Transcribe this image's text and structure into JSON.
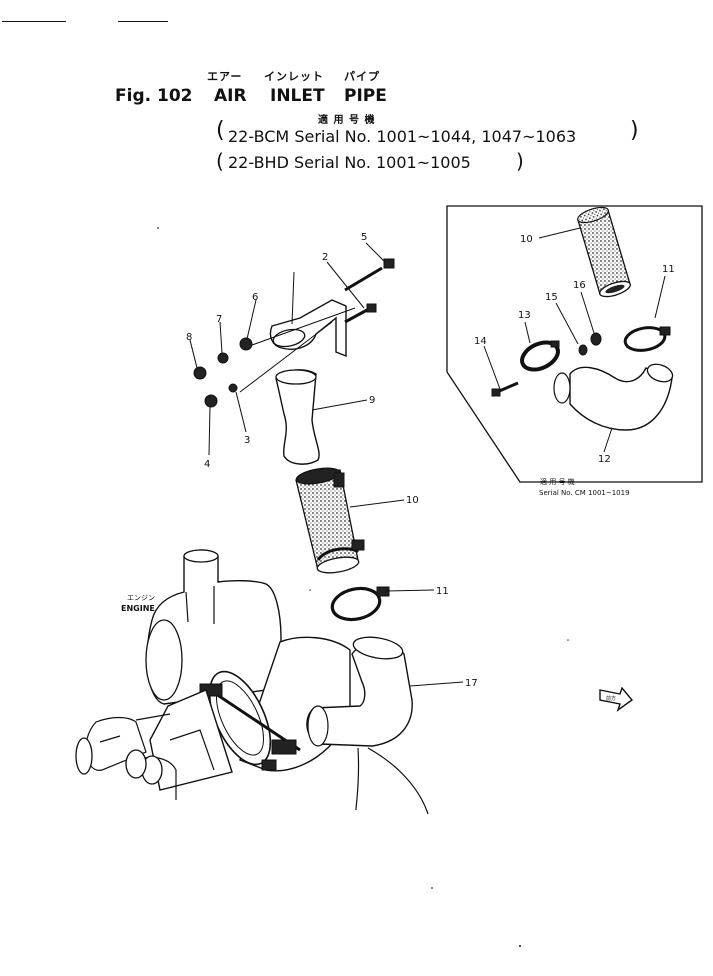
{
  "header": {
    "fig_label": "Fig. 102",
    "title_jp": [
      "エアー",
      "インレット",
      "パイプ"
    ],
    "title_en": [
      "AIR",
      "INLET",
      "PIPE"
    ],
    "applicable_jp": "適 用 号 機",
    "serial_lines": [
      "22-BCM Serial No. 1001~1044, 1047~1063",
      "22-BHD Serial No. 1001~1005"
    ]
  },
  "inset": {
    "caption_jp": "適 用 号 機",
    "caption": "Serial No. CM 1001~1019"
  },
  "engine_label_jp": "エンジン",
  "engine_label": "ENGINE",
  "arrow_tag_jp": "前方",
  "callouts": [
    "2",
    "3",
    "4",
    "5",
    "6",
    "7",
    "8",
    "9",
    "10",
    "11",
    "10",
    "11",
    "12",
    "13",
    "14",
    "15",
    "16",
    "17"
  ]
}
